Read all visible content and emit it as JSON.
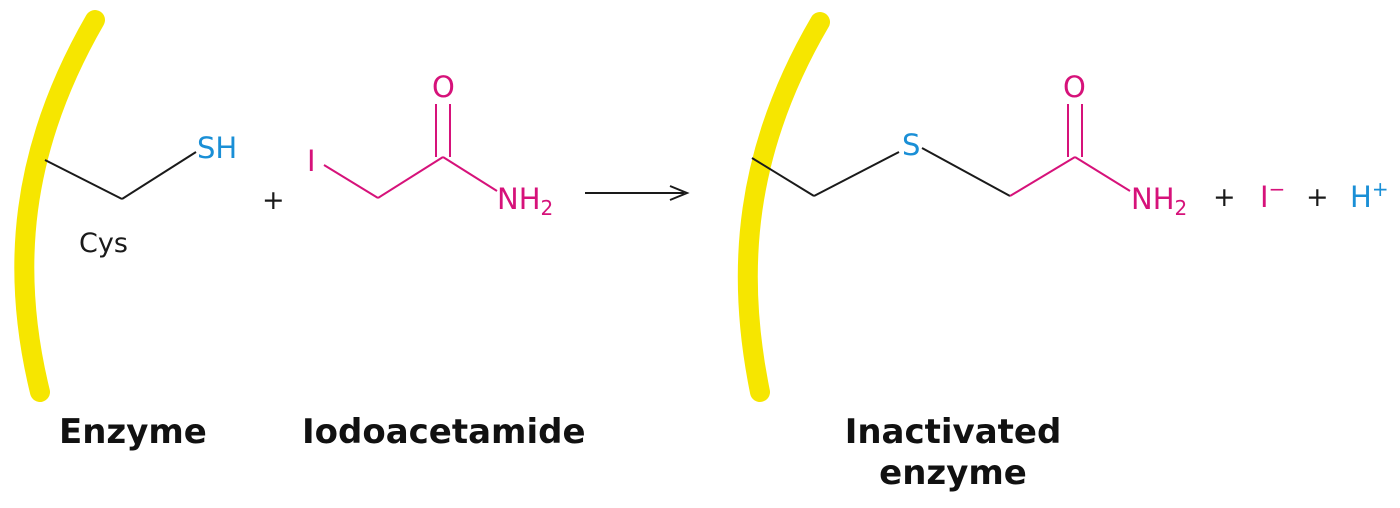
{
  "labels": {
    "sh": "SH",
    "cys": "Cys",
    "plus": "+",
    "iodine": "I",
    "oxygen": "O",
    "nh": "NH",
    "nh_sub": "2",
    "sulfur": "S",
    "iodide": "I",
    "iodide_charge": "−",
    "proton": "H",
    "proton_charge": "+"
  },
  "captions": {
    "enzyme": "Enzyme",
    "iodoacetamide": "Iodoacetamide",
    "inactivated_line1": "Inactivated",
    "inactivated_line2": "enzyme"
  },
  "colors": {
    "enzyme_surface": "#f6e600",
    "sulfur": "#1a8fd6",
    "reagent": "#d6127a",
    "bond": "#1a1a1a",
    "caption": "#111111"
  }
}
